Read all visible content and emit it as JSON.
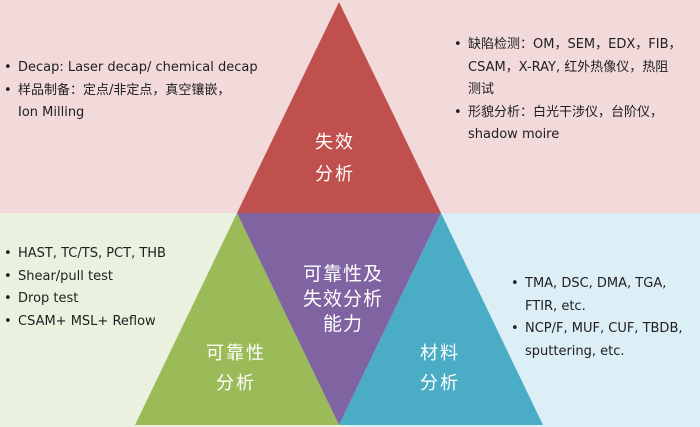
{
  "colors": {
    "top_background": "#f2d9da",
    "bottom_left_background": "#eaf1df",
    "bottom_right_background": "#dceef6",
    "failure_triangle": "#c0504d",
    "reliability_triangle": "#9bbb59",
    "materials_triangle": "#4bacc6",
    "center_triangle": "#8064a2"
  },
  "triangles": {
    "top": {
      "line1": "失效",
      "line2": "分析"
    },
    "left": {
      "line1": "可靠性",
      "line2": "分析"
    },
    "right": {
      "line1": "材料",
      "line2": "分析"
    },
    "center": {
      "line1": "可靠性及",
      "line2": "失效分析",
      "line3": "能力"
    }
  },
  "lists": {
    "top_left": [
      {
        "line1": "Decap: Laser decap/ chemical decap"
      },
      {
        "line1": "样品制备：定点/非定点，真空镶嵌，",
        "line2": "Ion Milling"
      }
    ],
    "top_right": [
      {
        "line1": "缺陷检测：OM，SEM，EDX，FIB，",
        "line2": "CSAM，X-RAY, 红外热像仪，热阻",
        "line3": "测试"
      },
      {
        "line1": "形貌分析：白光干涉仪，台阶仪，",
        "line2": "shadow moire"
      }
    ],
    "bottom_left": [
      {
        "line1": "HAST, TC/TS, PCT, THB"
      },
      {
        "line1": "Shear/pull test"
      },
      {
        "line1": "Drop test"
      },
      {
        "line1": "CSAM+ MSL+ Reflow"
      }
    ],
    "bottom_right": [
      {
        "line1": "TMA, DSC, DMA, TGA,",
        "line2": "FTIR, etc."
      },
      {
        "line1": "NCP/F, MUF, CUF, TBDB,",
        "line2": "sputtering, etc."
      }
    ]
  }
}
